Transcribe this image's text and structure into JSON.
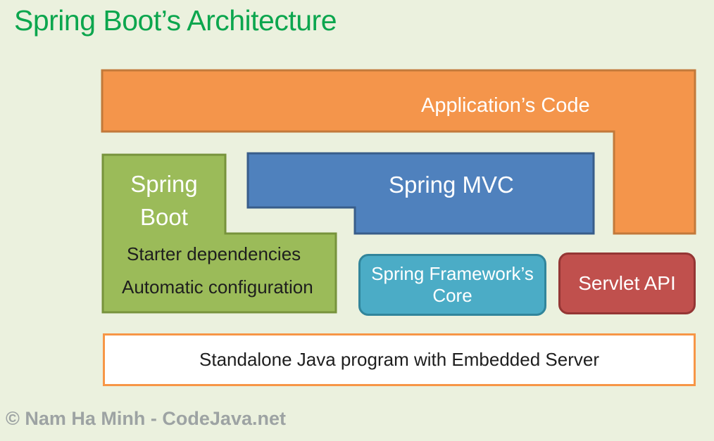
{
  "page": {
    "title": "Spring Boot’s Architecture",
    "footer": "© Nam Ha Minh - CodeJava.net"
  },
  "colors": {
    "background": "#EBF1DE",
    "title": "#0CA64E",
    "footer": "#9DA3A3"
  },
  "blocks": {
    "application_code": {
      "label": "Application’s Code",
      "fill": "#F4954B",
      "border": "#C2793A",
      "text": "#FFFFFF"
    },
    "spring_boot": {
      "line1": "Spring",
      "line2": "Boot",
      "items": [
        "Starter dependencies",
        "Automatic configuration"
      ],
      "fill": "#9BBB59",
      "border": "#77933C",
      "text": "#FFFFFF",
      "item_text": "#1E1E1E"
    },
    "spring_mvc": {
      "label": "Spring MVC",
      "fill": "#4F81BD",
      "border": "#385D8A",
      "text": "#FFFFFF"
    },
    "spring_framework_core": {
      "line1": "Spring Framework’s",
      "line2": "Core",
      "fill": "#4BACC6",
      "border": "#31859B",
      "text": "#FFFFFF"
    },
    "servlet_api": {
      "label": "Servlet API",
      "fill": "#C0504D",
      "border": "#943634",
      "text": "#FFFFFF"
    },
    "standalone_server": {
      "label": "Standalone Java program with Embedded Server",
      "fill": "#FFFFFF",
      "border": "#F79646",
      "text": "#1E1E1E"
    }
  }
}
